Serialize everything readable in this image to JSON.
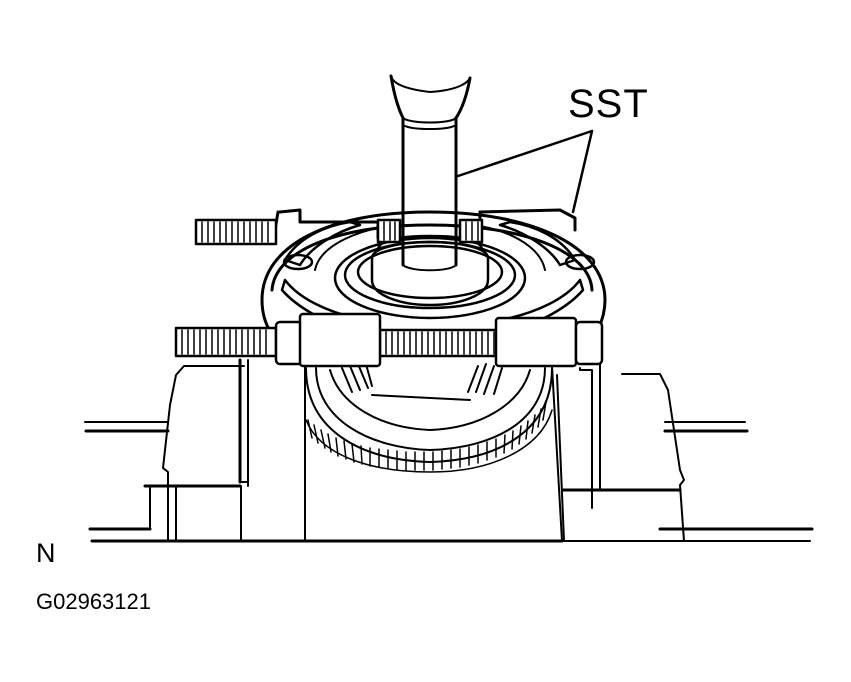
{
  "figure": {
    "type": "technical-illustration",
    "subject": "Bearing puller (SST) on shaft in press with ring gear",
    "callout_label": "SST",
    "view_label": "N",
    "figure_code": "G02963121",
    "line_color": "#000000",
    "background_color": "#ffffff"
  }
}
